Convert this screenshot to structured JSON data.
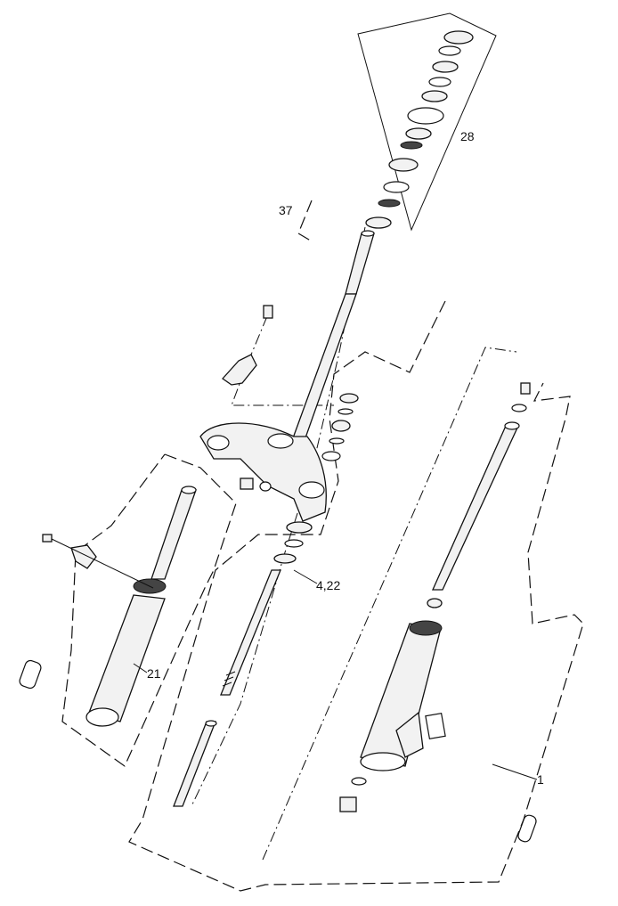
{
  "callouts": {
    "c28": "28",
    "c37": "37",
    "c4_22": "4,22",
    "c21": "21",
    "c1": "1"
  },
  "colors": {
    "line": "#111111",
    "background": "#ffffff"
  }
}
